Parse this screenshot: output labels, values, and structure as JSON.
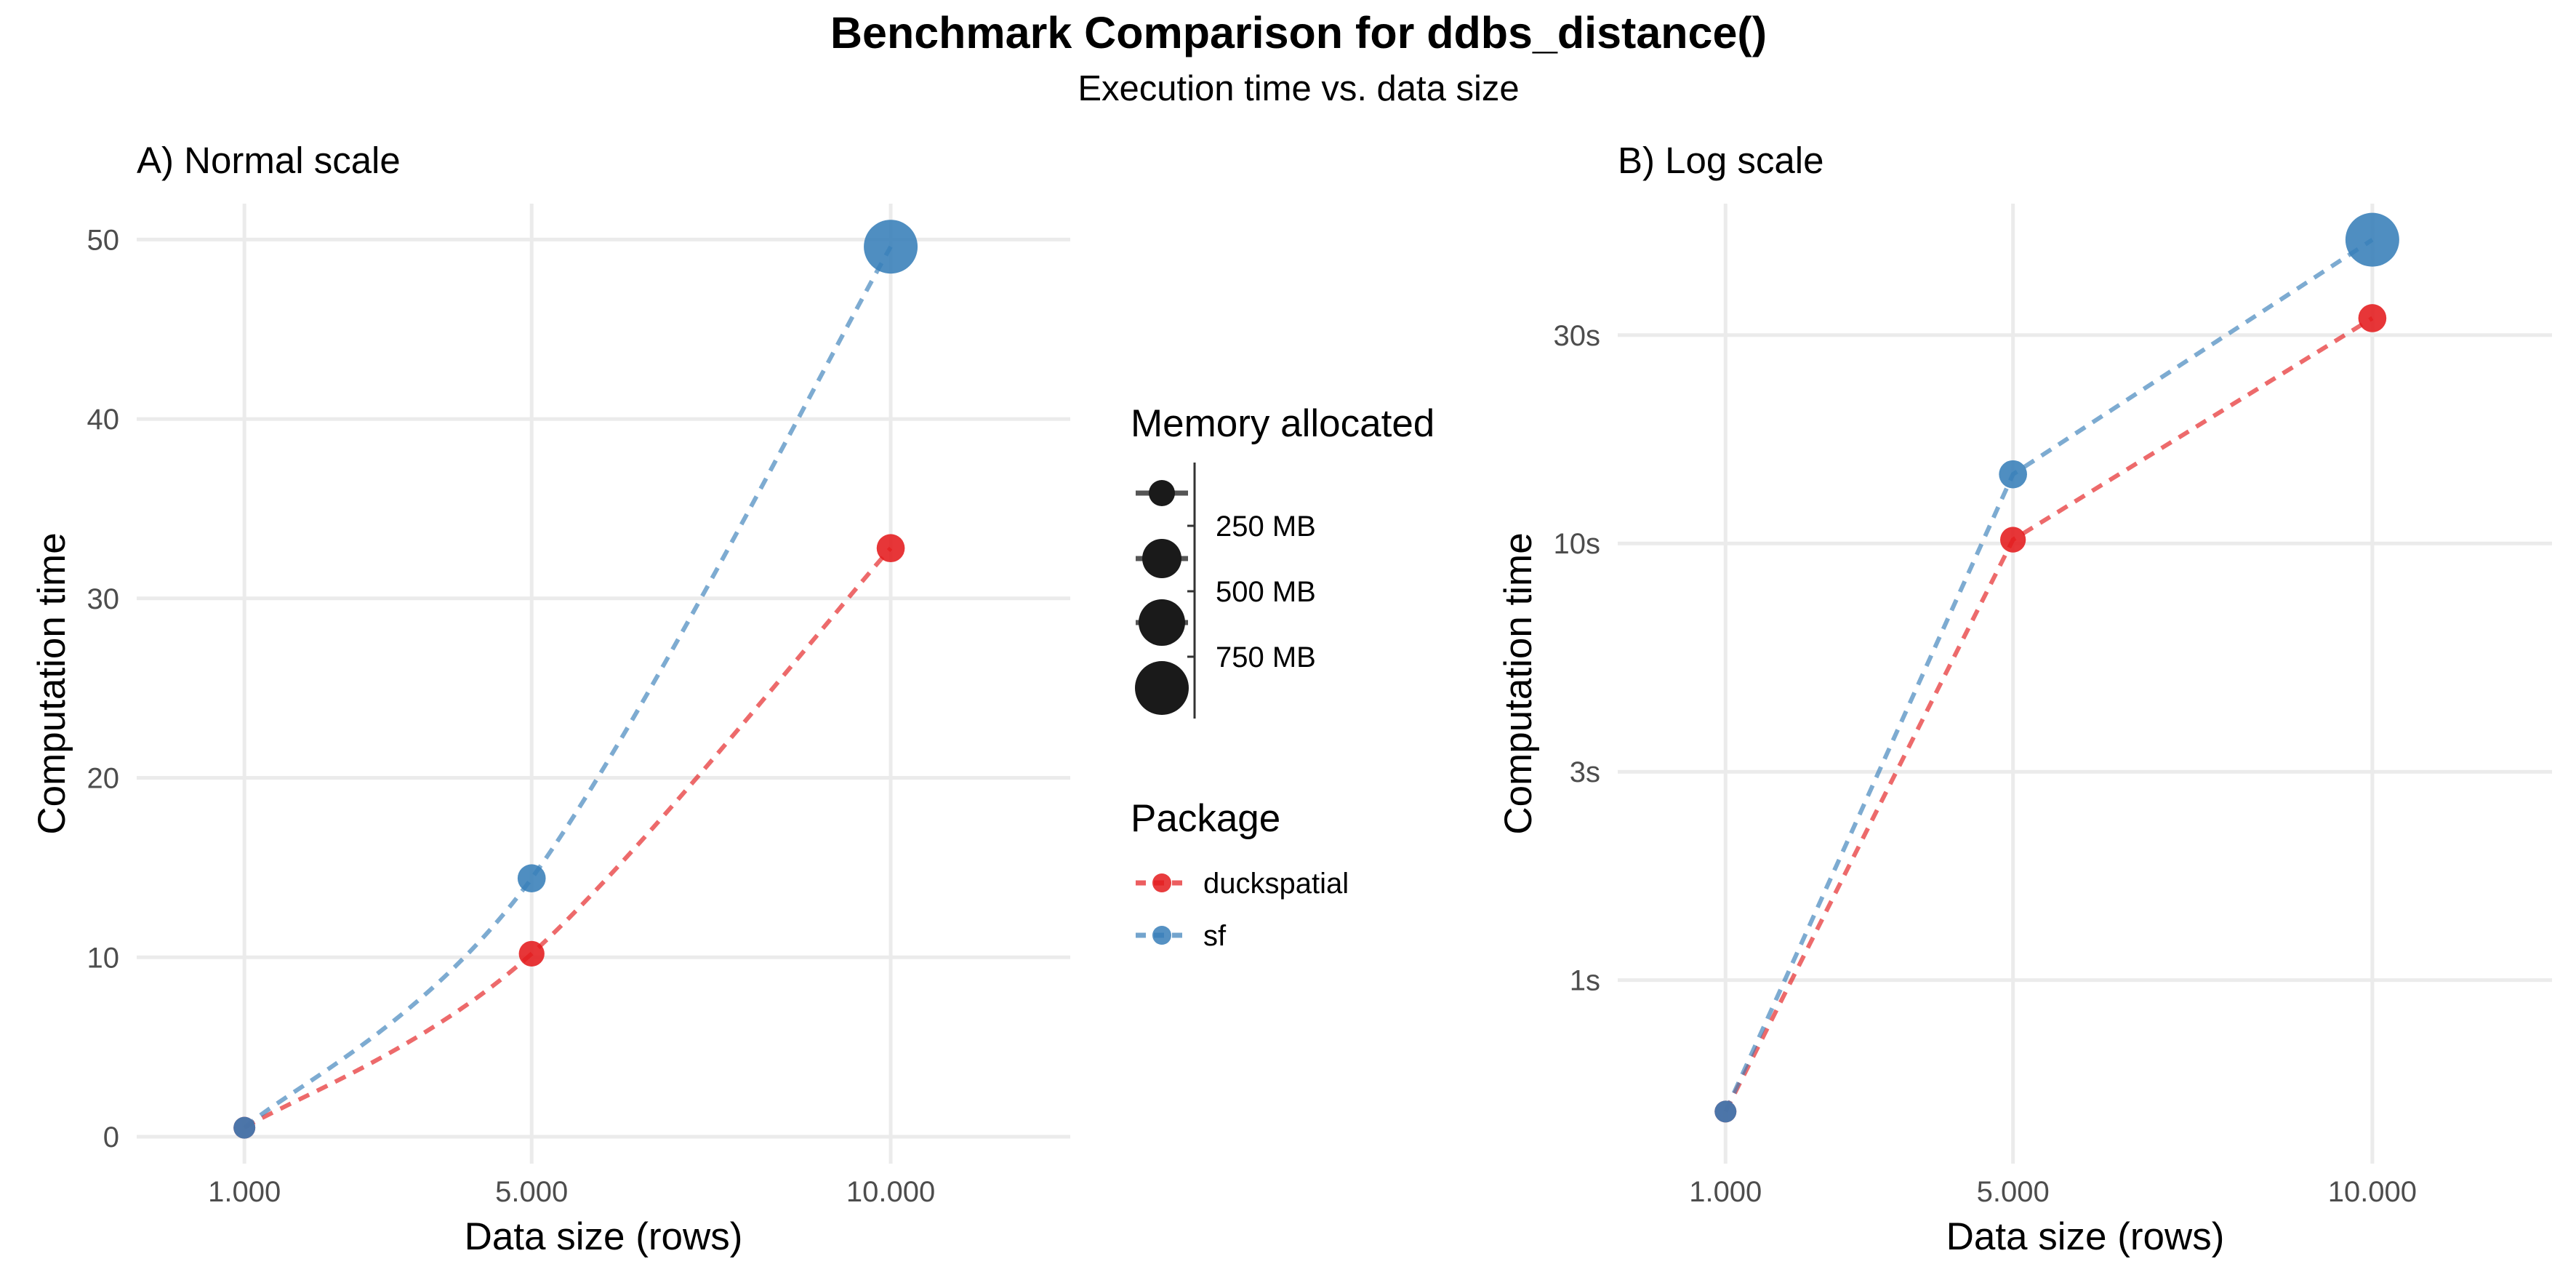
{
  "title": "Benchmark Comparison for ddbs_distance()",
  "subtitle": "Execution time vs. data size",
  "colors": {
    "duckspatial": "#E41A1C",
    "sf": "#377EB8"
  },
  "legend": {
    "memory_title": "Memory allocated",
    "memory_labels": [
      "250 MB",
      "500 MB",
      "750 MB"
    ],
    "package_title": "Package",
    "package_labels": [
      "duckspatial",
      "sf"
    ]
  },
  "chart_data": [
    {
      "type": "line",
      "panel_title": "A) Normal scale",
      "xlabel": "Data size (rows)",
      "ylabel": "Computation time",
      "x_ticks": [
        "1.000",
        "5.000",
        "10.000"
      ],
      "y_ticks": [
        "0",
        "10",
        "20",
        "30",
        "40",
        "50"
      ],
      "x": [
        1000,
        5000,
        10000
      ],
      "xlim": [
        -500,
        12500
      ],
      "ylim": [
        -1.5,
        52
      ],
      "y_scale": "linear",
      "grid": true,
      "series": [
        {
          "name": "duckspatial",
          "values": [
            0.5,
            10.2,
            32.8
          ],
          "memory_mb": [
            30,
            250,
            300
          ]
        },
        {
          "name": "sf",
          "values": [
            0.5,
            14.4,
            49.6
          ],
          "memory_mb": [
            150,
            300,
            1100
          ]
        }
      ]
    },
    {
      "type": "line",
      "panel_title": "B) Log scale",
      "xlabel": "Data size (rows)",
      "ylabel": "Computation time",
      "x_ticks": [
        "1.000",
        "5.000",
        "10.000"
      ],
      "y_ticks": [
        "1s",
        "3s",
        "10s",
        "30s"
      ],
      "x": [
        1000,
        5000,
        10000
      ],
      "xlim": [
        -500,
        12500
      ],
      "ylim": [
        0.38,
        60
      ],
      "y_scale": "log",
      "grid": true,
      "series": [
        {
          "name": "duckspatial",
          "values": [
            0.5,
            10.2,
            32.8
          ],
          "memory_mb": [
            30,
            250,
            300
          ]
        },
        {
          "name": "sf",
          "values": [
            0.5,
            14.4,
            49.6
          ],
          "memory_mb": [
            150,
            300,
            1100
          ]
        }
      ]
    }
  ]
}
